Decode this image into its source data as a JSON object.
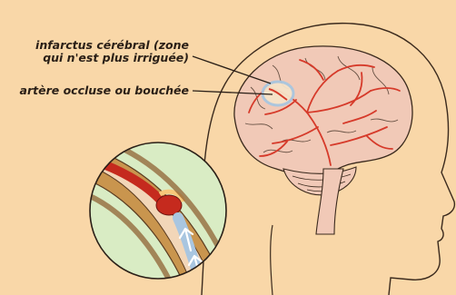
{
  "diagram": {
    "labels": {
      "infarct_line1": "infarctus cérébral (zone",
      "infarct_line2": "qui n'est plus irriguée)",
      "artery": "artère occluse ou bouchée"
    },
    "colors": {
      "background": "#f9d7a8",
      "head_outline": "#3b2a1d",
      "brain_fill": "#f1c9b7",
      "vessels": "#d63a2a",
      "infarct_zone": "#a9c6e0",
      "inset_background": "#d9ecc4",
      "artery_wall": "#c9954e",
      "blood": "#c52a1e",
      "leader_lines": "#2a1f17"
    }
  }
}
